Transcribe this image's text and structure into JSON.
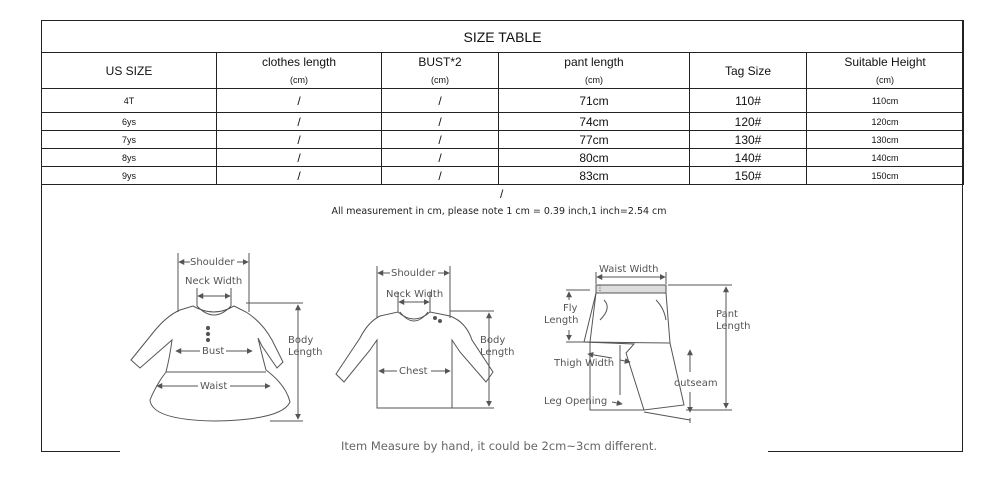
{
  "table": {
    "title": "SIZE TABLE",
    "headers": [
      {
        "label": "US SIZE",
        "unit": ""
      },
      {
        "label": "clothes length",
        "unit": "(cm)"
      },
      {
        "label": "BUST*2",
        "unit": "(cm)"
      },
      {
        "label": "pant length",
        "unit": "(cm)"
      },
      {
        "label": "Tag Size",
        "unit": ""
      },
      {
        "label": "Suitable Height",
        "unit": "(cm)"
      }
    ],
    "rows": [
      [
        "4T",
        "/",
        "/",
        "71cm",
        "110#",
        "110cm"
      ],
      [
        "6ys",
        "/",
        "/",
        "74cm",
        "120#",
        "120cm"
      ],
      [
        "7ys",
        "/",
        "/",
        "77cm",
        "130#",
        "130cm"
      ],
      [
        "8ys",
        "/",
        "/",
        "80cm",
        "140#",
        "140cm"
      ],
      [
        "9ys",
        "/",
        "/",
        "83cm",
        "150#",
        "150cm"
      ]
    ]
  },
  "separator_mark": "/",
  "note": "All measurement in cm, please note 1 cm = 0.39 inch,1 inch=2.54 cm",
  "diagrams": {
    "dress": {
      "shoulder": "Shoulder",
      "neck_width": "Neck Width",
      "bust": "Bust",
      "waist": "Waist",
      "body": "Body",
      "length": "Length"
    },
    "shirt": {
      "shoulder": "Shoulder",
      "neck_width": "Neck Width",
      "chest": "Chest",
      "body": "Body",
      "length": "Length"
    },
    "pants": {
      "waist_width": "Waist Width",
      "fly": "Fly",
      "fly_length": "Length",
      "thigh_width": "Thigh Width",
      "leg_opening": "Leg Opening",
      "outseam": "outseam",
      "pant": "Pant",
      "pant_length": "Length"
    }
  },
  "footer": "Item Measure by hand, it could be 2cm~3cm different."
}
